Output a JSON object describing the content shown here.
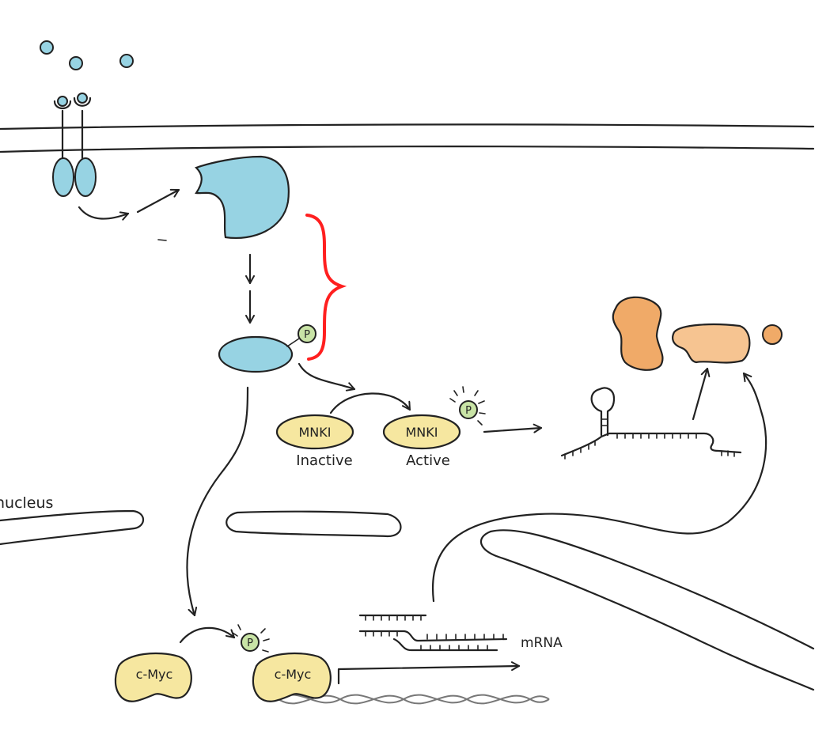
{
  "labels": {
    "nucleus": "nucleus",
    "mnk1_left": "MNKI",
    "mnk1_right": "MNKI",
    "inactive": "Inactive",
    "active": "Active",
    "cmyc_left": "c-Myc",
    "cmyc_right": "c-Myc",
    "mrna": "mRNA",
    "phospho": "P"
  },
  "colors": {
    "membrane_protein": "#97d3e3",
    "yellow_protein": "#f6e7a0",
    "phospho_green": "#c9e4a6",
    "orange_dark": "#f0aa68",
    "orange_light": "#f6c491",
    "bracket_red": "#ff1f1f",
    "ink": "#222222"
  }
}
